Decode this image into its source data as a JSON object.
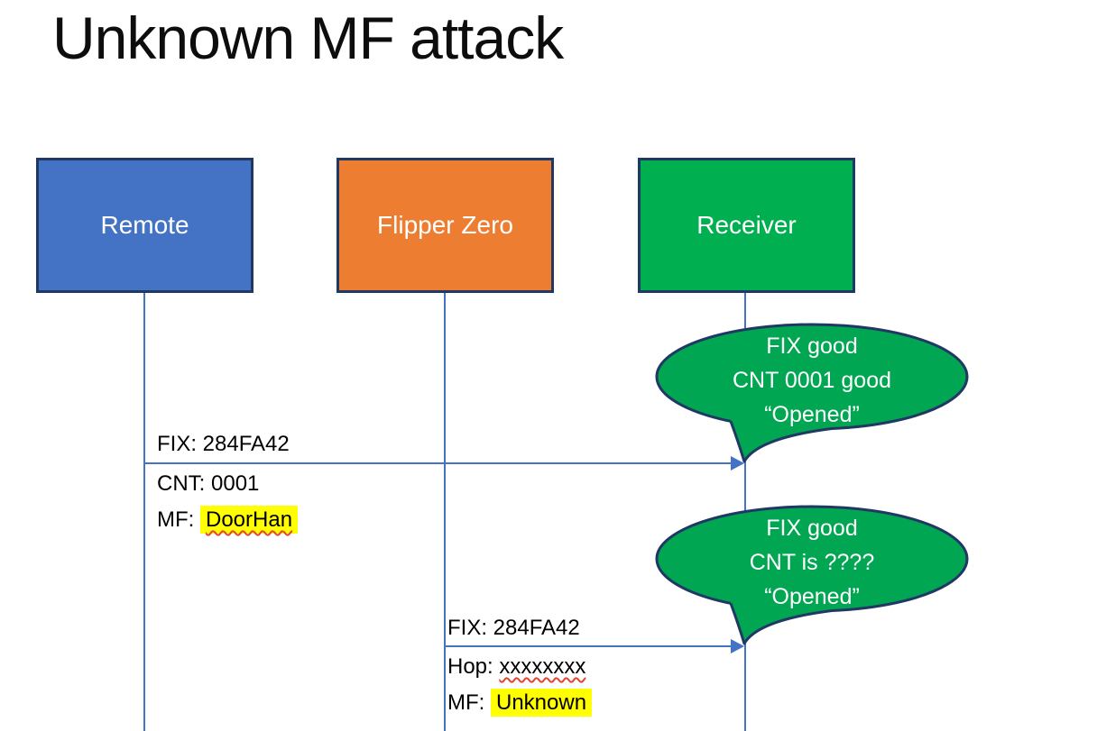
{
  "slide": {
    "title": "Unknown MF attack"
  },
  "actors": [
    {
      "label": "Remote"
    },
    {
      "label": "Flipper Zero"
    },
    {
      "label": "Receiver"
    }
  ],
  "messages": [
    {
      "above": "FIX: 284FA42",
      "below_line1": "CNT: 0001",
      "below_line2_prefix": "MF: ",
      "below_line2_value": "DoorHan"
    },
    {
      "above": "FIX: 284FA42",
      "below_line1_prefix": "Hop: ",
      "below_line1_value": "xxxxxxxx",
      "below_line2_prefix": "MF: ",
      "below_line2_value": "Unknown"
    }
  ],
  "callouts": [
    {
      "lines": [
        "FIX good",
        "CNT 0001 good",
        "“Opened”"
      ]
    },
    {
      "lines": [
        "FIX good",
        "CNT is ????",
        "“Opened”"
      ]
    }
  ],
  "colors": {
    "remote_fill": "#4472C4",
    "flipper_fill": "#ED7D31",
    "receiver_fill": "#00B050",
    "callout_fill": "#00A651",
    "shape_border": "#1F3864",
    "connector_blue": "#4472C4",
    "highlight_yellow": "#FFFF00",
    "squiggle_red": "#E8432E"
  }
}
